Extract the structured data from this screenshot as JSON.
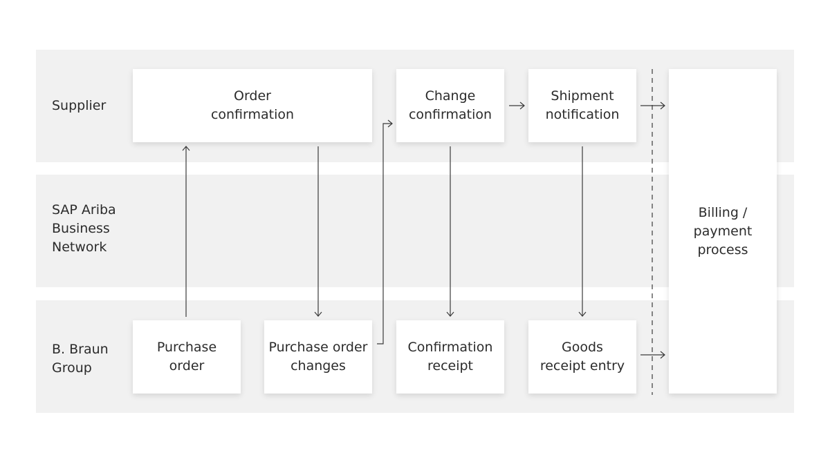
{
  "lanes": {
    "supplier": "Supplier",
    "network": "SAP Ariba\nBusiness\nNetwork",
    "buyer": "B. Braun\nGroup"
  },
  "steps": {
    "order_confirmation": "Order\nconfirmation",
    "change_confirmation": "Change\nconfirmation",
    "shipment_notification": "Shipment\nnotification",
    "purchase_order": "Purchase\norder",
    "purchase_order_changes": "Purchase order\nchanges",
    "confirmation_receipt": "Confirmation\nreceipt",
    "goods_receipt_entry": "Goods\nreceipt entry",
    "billing_payment": "Billing /\npayment\nprocess"
  },
  "colors": {
    "lane_background": "#f1f1f1",
    "box_background": "#ffffff",
    "line": "#3a3a3a",
    "text": "#2b2b2b"
  }
}
